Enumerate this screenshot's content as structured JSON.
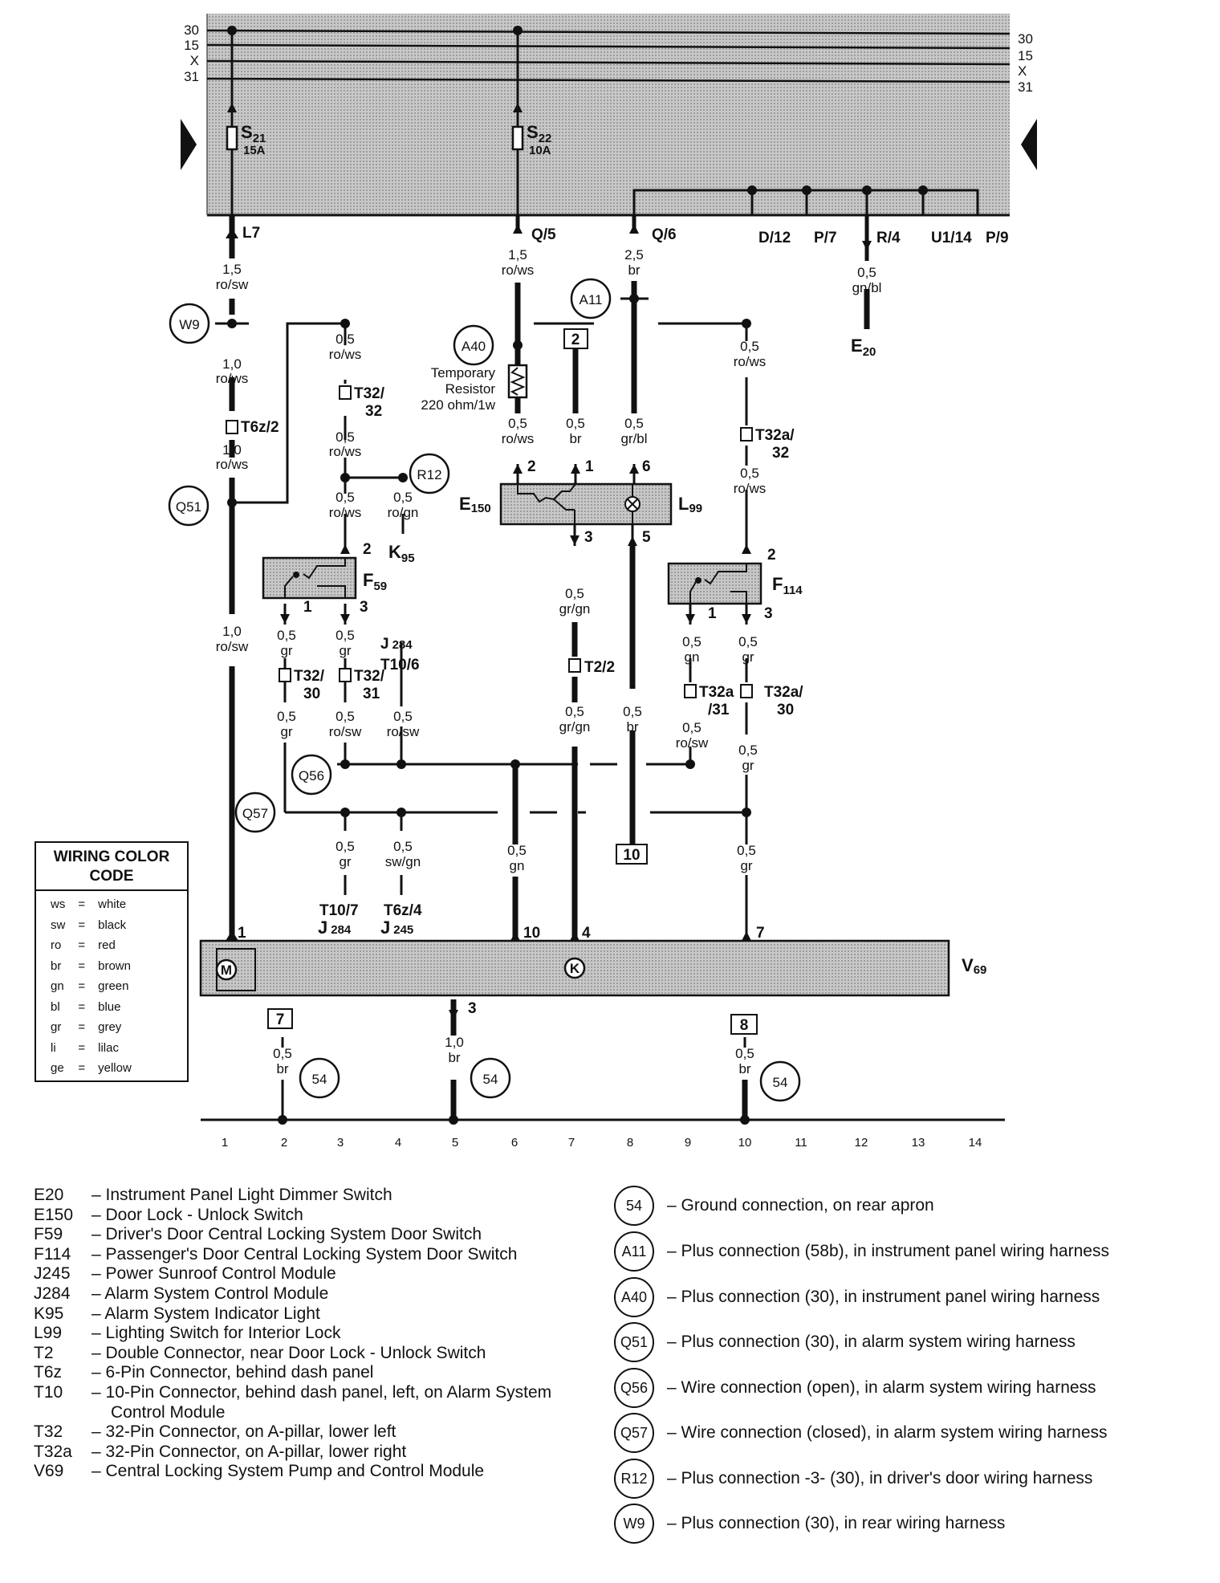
{
  "bus_labels_left": [
    "30",
    "15",
    "X",
    "31"
  ],
  "bus_labels_right": [
    "30",
    "15",
    "X",
    "31"
  ],
  "fuses": [
    {
      "name": "S",
      "sub": "21",
      "rating": "15A"
    },
    {
      "name": "S",
      "sub": "22",
      "rating": "10A"
    }
  ],
  "fuse_panel_exits": [
    "L7",
    "Q/5",
    "Q/6",
    "D/12",
    "P/7",
    "R/4",
    "U1/14",
    "P/9"
  ],
  "wire_labels": {
    "w1_size": "1,5",
    "w1_color": "ro/sw",
    "w2_size": "1,0",
    "w2_color": "ro/ws",
    "w3_size": "1,0",
    "w3_color": "ro/ws",
    "w4_size": "1,0",
    "w4_color": "ro/sw",
    "w5_size": "1,5",
    "w5_color": "ro/ws",
    "w6_size": "2,5",
    "w6_color": "br",
    "w7_size": "0,5",
    "w7_color": "gn/bl",
    "w8_size": "0,5",
    "w8_color": "ro/ws",
    "w9_size": "0,5",
    "w9_color": "ro/ws",
    "w10_size": "0,5",
    "w10_color": "ro/ws",
    "w11_size": "0,5",
    "w11_color": "ro/gn",
    "w12_size": "0,5",
    "w12_color": "ro/ws",
    "w13_size": "0,5",
    "w13_color": "br",
    "w14_size": "0,5",
    "w14_color": "gr/bl",
    "w15_size": "0,5",
    "w15_color": "ro/ws",
    "w16_size": "0,5",
    "w16_color": "ro/ws",
    "w17_size": "0,5",
    "w17_color": "gr",
    "w18_size": "0,5",
    "w18_color": "gr",
    "w19_size": "0,5",
    "w19_color": "gr",
    "w20_size": "0,5",
    "w20_color": "ro/sw",
    "w21_size": "0,5",
    "w21_color": "ro/sw",
    "w22_size": "0,5",
    "w22_color": "gr/gn",
    "w23_size": "0,5",
    "w23_color": "gr/gn",
    "w24_size": "0,5",
    "w24_color": "br",
    "w25_size": "0,5",
    "w25_color": "gn",
    "w26_size": "0,5",
    "w26_color": "gr",
    "w27_size": "0,5",
    "w27_color": "ro/sw",
    "w28_size": "0,5",
    "w28_color": "gr",
    "w29_size": "0,5",
    "w29_color": "gr",
    "w30_size": "0,5",
    "w30_color": "sw/gn",
    "w31_size": "0,5",
    "w31_color": "gn",
    "w32_size": "0,5",
    "w32_color": "gr",
    "w33_size": "0,5",
    "w33_color": "br",
    "w34_size": "1,0",
    "w34_color": "br",
    "w35_size": "0,5",
    "w35_color": "br"
  },
  "connectors": {
    "t6z2": "T6z/2",
    "t32_32_a": "T32/",
    "t32_32_b": "32",
    "t32a_32_a": "T32a/",
    "t32a_32_b": "32",
    "t32_30_a": "T32/",
    "t32_30_b": "30",
    "t32_31_a": "T32/",
    "t32_31_b": "31",
    "t2_2": "T2/2",
    "t32a_31_a": "T32a",
    "t32a_31_b": "/31",
    "t32a_30_a": "T32a/",
    "t32a_30_b": "30",
    "t10_6": "T10/6",
    "t10_7": "T10/7",
    "t6z_4": "T6z/4"
  },
  "components": {
    "e20_main": "E",
    "e20_sub": "20",
    "e150_main": "E",
    "e150_sub": "150",
    "l99_main": "L",
    "l99_sub": "99",
    "f59_main": "F",
    "f59_sub": "59",
    "f114_main": "F",
    "f114_sub": "114",
    "k95_main": "K",
    "k95_sub": "95",
    "j284a_main": "J",
    "j284a_sub": "284",
    "j284b_main": "J",
    "j284b_sub": "284",
    "j245_main": "J",
    "j245_sub": "245",
    "v69_main": "V",
    "v69_sub": "69",
    "resistor_label_1": "Temporary",
    "resistor_label_2": "Resistor",
    "resistor_label_3": "220 ohm/1w",
    "motor_symbol": "M",
    "control_symbol": "K"
  },
  "pins": {
    "e150_2": "2",
    "e150_1": "1",
    "l99_6": "6",
    "e150_3": "3",
    "l99_5": "5",
    "f59_2": "2",
    "f59_1": "1",
    "f59_3": "3",
    "f114_2": "2",
    "f114_1": "1",
    "f114_3": "3",
    "v69_1": "1",
    "v69_10": "10",
    "v69_4": "4",
    "v69_7": "7",
    "v69_3": "3"
  },
  "boxed_refs": {
    "box_2": "2",
    "box_10": "10",
    "box_7": "7",
    "box_8": "8"
  },
  "circles": {
    "w9": "W9",
    "a40": "A40",
    "a11": "A11",
    "r12": "R12",
    "q51": "Q51",
    "q56": "Q56",
    "q57": "Q57",
    "g54a": "54",
    "g54b": "54",
    "g54c": "54"
  },
  "grid_numbers": [
    "1",
    "2",
    "3",
    "4",
    "5",
    "6",
    "7",
    "8",
    "9",
    "10",
    "11",
    "12",
    "13",
    "14"
  ],
  "wiring_color_code": {
    "title_1": "WIRING COLOR",
    "title_2": "CODE",
    "rows": [
      {
        "abbr": "ws",
        "eq": "=",
        "color": "white"
      },
      {
        "abbr": "sw",
        "eq": "=",
        "color": "black"
      },
      {
        "abbr": "ro",
        "eq": "=",
        "color": "red"
      },
      {
        "abbr": "br",
        "eq": "=",
        "color": "brown"
      },
      {
        "abbr": "gn",
        "eq": "=",
        "color": "green"
      },
      {
        "abbr": "bl",
        "eq": "=",
        "color": "blue"
      },
      {
        "abbr": "gr",
        "eq": "=",
        "color": "grey"
      },
      {
        "abbr": "li",
        "eq": "=",
        "color": "lilac"
      },
      {
        "abbr": "ge",
        "eq": "=",
        "color": "yellow"
      }
    ]
  },
  "component_legend": [
    {
      "code": "E20",
      "desc": "– Instrument Panel Light Dimmer Switch"
    },
    {
      "code": "E150",
      "desc": "– Door Lock - Unlock Switch"
    },
    {
      "code": "F59",
      "desc": "– Driver's Door Central Locking System Door Switch"
    },
    {
      "code": "F114",
      "desc": "– Passenger's Door Central Locking System Door Switch"
    },
    {
      "code": "J245",
      "desc": "– Power Sunroof Control Module"
    },
    {
      "code": "J284",
      "desc": "– Alarm System Control Module"
    },
    {
      "code": "K95",
      "desc": "– Alarm System Indicator Light"
    },
    {
      "code": "L99",
      "desc": "– Lighting Switch for Interior Lock"
    },
    {
      "code": "T2",
      "desc": "– Double Connector, near Door Lock - Unlock Switch"
    },
    {
      "code": "T6z",
      "desc": "– 6-Pin Connector, behind dash panel"
    },
    {
      "code": "T10",
      "desc": "– 10-Pin Connector, behind dash panel, left, on Alarm System"
    },
    {
      "code": "",
      "desc": "Control Module"
    },
    {
      "code": "T32",
      "desc": "– 32-Pin Connector, on A-pillar, lower left"
    },
    {
      "code": "T32a",
      "desc": "– 32-Pin Connector, on A-pillar, lower right"
    },
    {
      "code": "V69",
      "desc": "– Central Locking System Pump and Control Module"
    }
  ],
  "connection_legend": [
    {
      "id": "54",
      "desc": "– Ground connection, on rear apron"
    },
    {
      "id": "A11",
      "desc": "– Plus connection (58b), in instrument panel wiring harness"
    },
    {
      "id": "A40",
      "desc": "– Plus connection (30), in instrument panel wiring harness"
    },
    {
      "id": "Q51",
      "desc": "– Plus connection (30), in alarm system wiring harness"
    },
    {
      "id": "Q56",
      "desc": "– Wire connection (open), in alarm system wiring harness"
    },
    {
      "id": "Q57",
      "desc": "– Wire connection (closed), in alarm system wiring harness"
    },
    {
      "id": "R12",
      "desc": "– Plus connection -3- (30), in driver's door wiring harness"
    },
    {
      "id": "W9",
      "desc": "– Plus connection (30), in rear wiring harness"
    }
  ],
  "colors": {
    "panel_fill": "#bdbdbd",
    "ink": "#111111",
    "paper": "#ffffff"
  }
}
